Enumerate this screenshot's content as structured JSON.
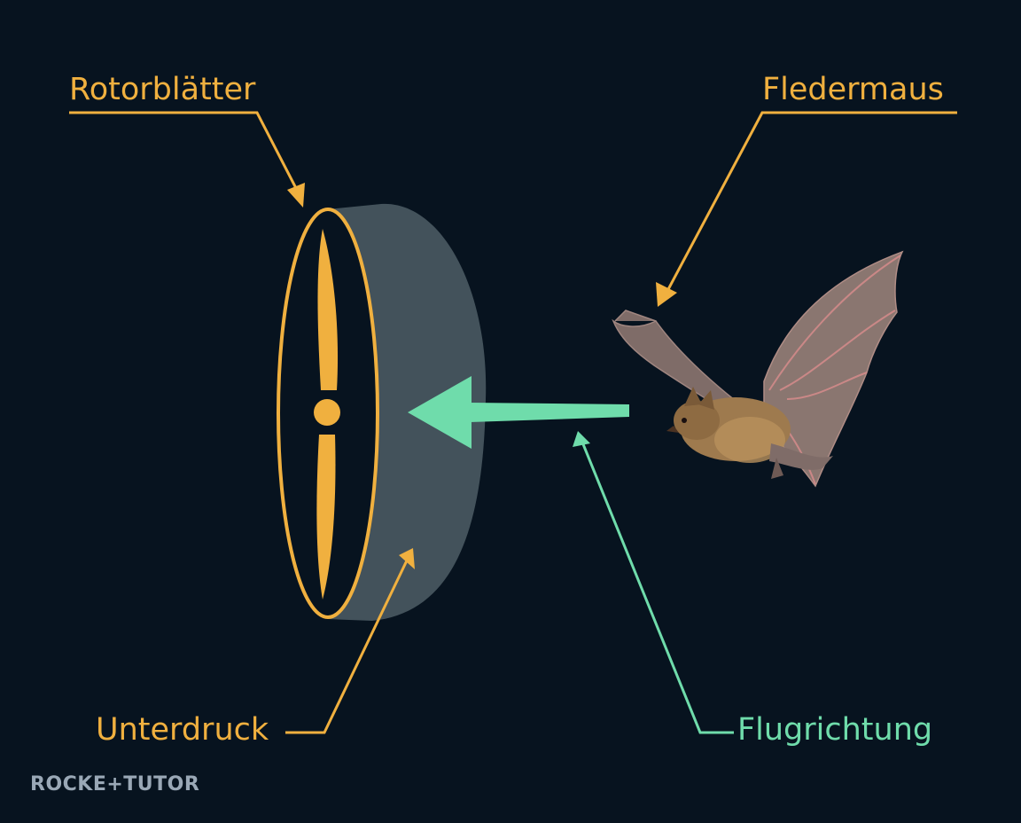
{
  "labels": {
    "rotor_blades": "Rotorblätter",
    "bat": "Fledermaus",
    "low_pressure": "Unterdruck",
    "flight_direction": "Flugrichtung"
  },
  "brand": {
    "text": "ROCKE+TUTOR"
  },
  "colors": {
    "background": "#07131f",
    "label_orange": "#f0b03f",
    "label_green": "#6fdcab",
    "low_pressure_zone": "#4a5a62",
    "brand_gray": "#9aa8b6"
  },
  "icons": {
    "rotor": "rotor-blades-icon",
    "bat": "bat-icon",
    "airflow": "arrow-left-icon"
  }
}
